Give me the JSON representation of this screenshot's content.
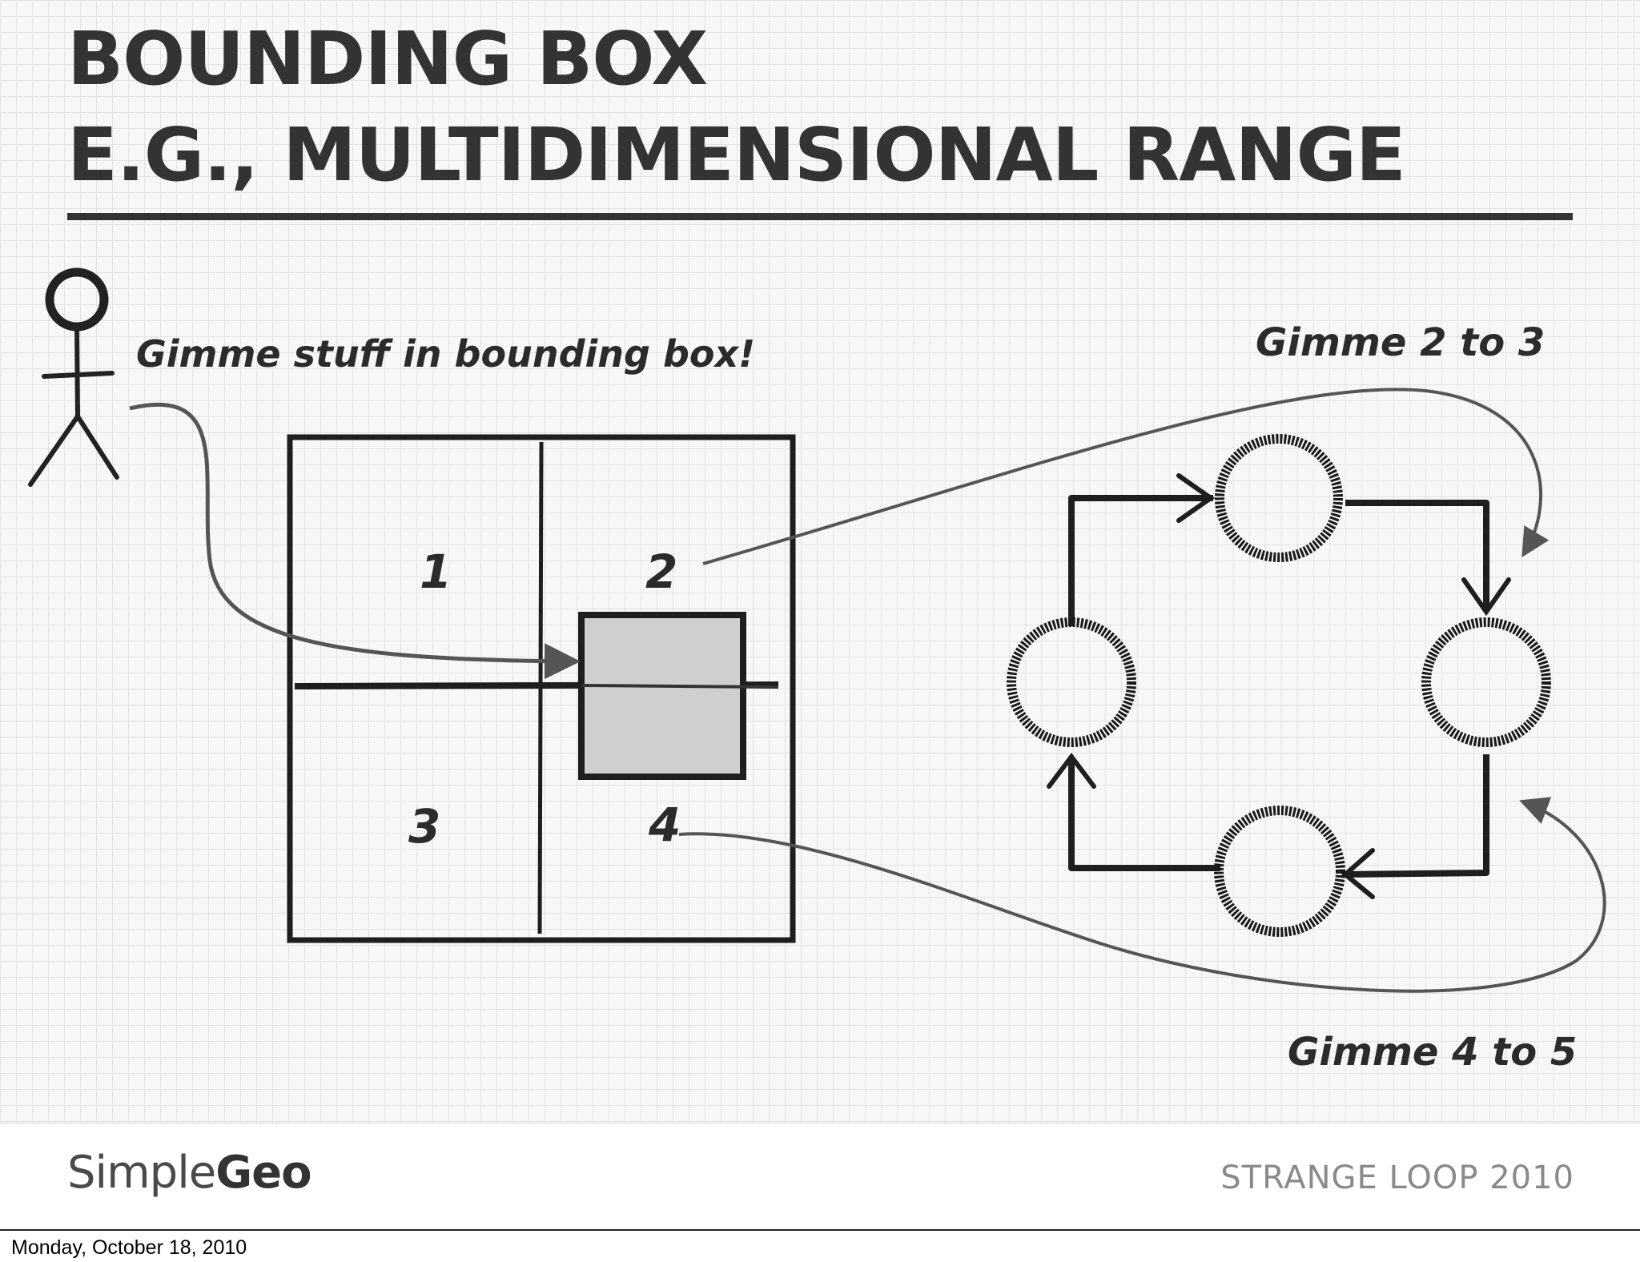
{
  "slide": {
    "title_lines": [
      "BOUNDING BOX",
      "E.G., MULTIDIMENSIONAL RANGE"
    ],
    "labels": {
      "query": "Gimme stuff in bounding box!",
      "range_2_3": "Gimme 2 to 3",
      "range_4_5": "Gimme 4 to 5"
    },
    "quadrants": [
      "1",
      "2",
      "3",
      "4"
    ],
    "icons": {
      "person": "stick-figure-icon",
      "node": "ring-node-icon"
    },
    "colors": {
      "ink": "#2b2b2b",
      "title": "#333333",
      "highlight": "#cfcfcf"
    }
  },
  "footer": {
    "logo_prefix": "Simple",
    "logo_bold": "Geo",
    "conference": "STRANGE LOOP 2010"
  },
  "date_stamp": "Monday, October 18, 2010"
}
